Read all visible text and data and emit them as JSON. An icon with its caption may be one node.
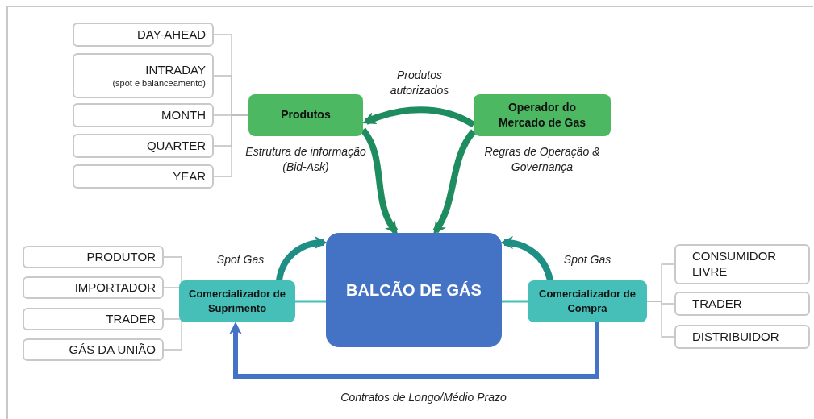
{
  "diagram": {
    "nodes": [
      {
        "text": [
          "DAY-AHEAD"
        ]
      },
      {
        "text": [
          "INTRADAY",
          "(spot e balanceamento)"
        ]
      },
      {
        "text": [
          "MONTH"
        ]
      },
      {
        "text": [
          "QUARTER"
        ]
      },
      {
        "text": [
          "YEAR"
        ]
      },
      {
        "text": [
          "Produtos"
        ],
        "beside": [
          "Estrutura de informação (Bid-Ask)"
        ]
      },
      {
        "text": [
          "Operador do Mercado de Gas"
        ],
        "beside": [
          "Regras de Operação & Governança"
        ]
      },
      {
        "text": [
          "BALCÃO DE GÁS"
        ]
      },
      {
        "text": [
          "PRODUTOR"
        ]
      },
      {
        "text": [
          "IMPORTADOR"
        ]
      },
      {
        "text": [
          "TRADER"
        ]
      },
      {
        "text": [
          "GÁS DA UNIÃO"
        ]
      },
      {
        "text": [
          "Comercializador de Suprimento"
        ]
      },
      {
        "text": [
          "Comercializador de Compra"
        ]
      },
      {
        "text": [
          "CONSUMIDOR LIVRE"
        ]
      },
      {
        "text": [
          "TRADER"
        ]
      },
      {
        "text": [
          "DISTRIBUIDOR"
        ]
      }
    ],
    "edges": [
      {
        "from": 0,
        "to": 5,
        "arrow": "none"
      },
      {
        "from": 1,
        "to": 5,
        "arrow": "none"
      },
      {
        "from": 2,
        "to": 5,
        "arrow": "none"
      },
      {
        "from": 3,
        "to": 5,
        "arrow": "none"
      },
      {
        "from": 4,
        "to": 5,
        "arrow": "none"
      },
      {
        "from": 6,
        "to": 5,
        "arrow": "to",
        "label": "Produtos autorizados",
        "style": "thick",
        "color": "#1e8c5f"
      },
      {
        "from": 5,
        "to": 7,
        "arrow": "to",
        "style": "thick",
        "color": "#1e8c5f"
      },
      {
        "from": 6,
        "to": 7,
        "arrow": "to",
        "style": "thick",
        "color": "#1e8c5f"
      },
      {
        "from": 12,
        "to": 7,
        "arrow": "to",
        "label": "Spot Gas",
        "style": "thick",
        "color": "#1f8f86"
      },
      {
        "from": 13,
        "to": 7,
        "arrow": "to",
        "label": "Spot Gas",
        "style": "thick",
        "color": "#1f8f86"
      },
      {
        "from": 12,
        "to": 7,
        "arrow": "none",
        "style": "thick",
        "color": "#45bfb8"
      },
      {
        "from": 7,
        "to": 13,
        "arrow": "none",
        "style": "thick",
        "color": "#45bfb8"
      },
      {
        "from": 8,
        "to": 12,
        "arrow": "none"
      },
      {
        "from": 9,
        "to": 12,
        "arrow": "none"
      },
      {
        "from": 10,
        "to": 12,
        "arrow": "none"
      },
      {
        "from": 11,
        "to": 12,
        "arrow": "none"
      },
      {
        "from": 13,
        "to": 14,
        "arrow": "none"
      },
      {
        "from": 13,
        "to": 15,
        "arrow": "none"
      },
      {
        "from": 13,
        "to": 16,
        "arrow": "none"
      },
      {
        "from": 13,
        "to": 12,
        "arrow": "to",
        "label": "Contratos de Longo/Médio Prazo",
        "style": "thick",
        "color": "#4472c4"
      }
    ]
  }
}
